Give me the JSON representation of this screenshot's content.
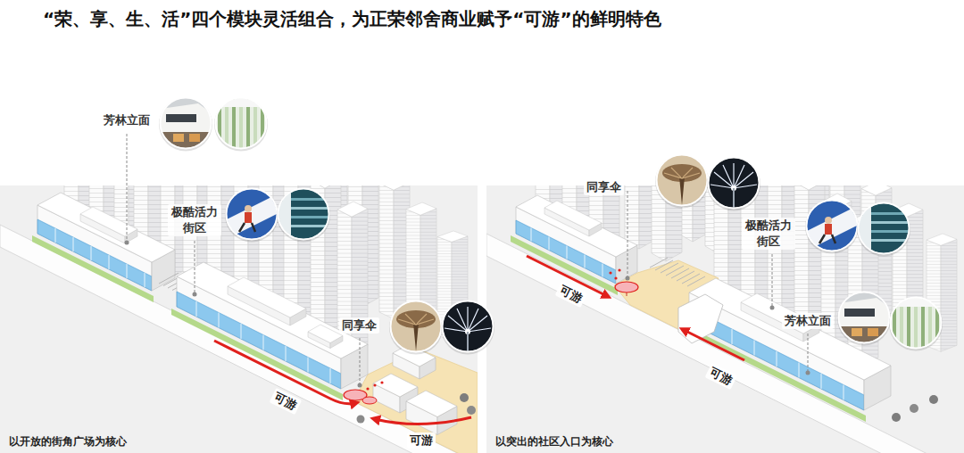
{
  "diagram": {
    "title": "“荣、享、生、活”四个模块灵活组合，为正荣邻舍商业赋予“可游”的鲜明特色",
    "nodes": [
      {
        "text": [
          "以开放的街角广场为核心"
        ]
      },
      {
        "text": [
          "以突出的社区入口为核心"
        ]
      }
    ],
    "labels": [
      "芳林立面",
      "极酷活力街区",
      "同享伞",
      "可游",
      "可游",
      "同享伞",
      "极酷活力街区",
      "芳林立面",
      "可游",
      "可游"
    ]
  }
}
